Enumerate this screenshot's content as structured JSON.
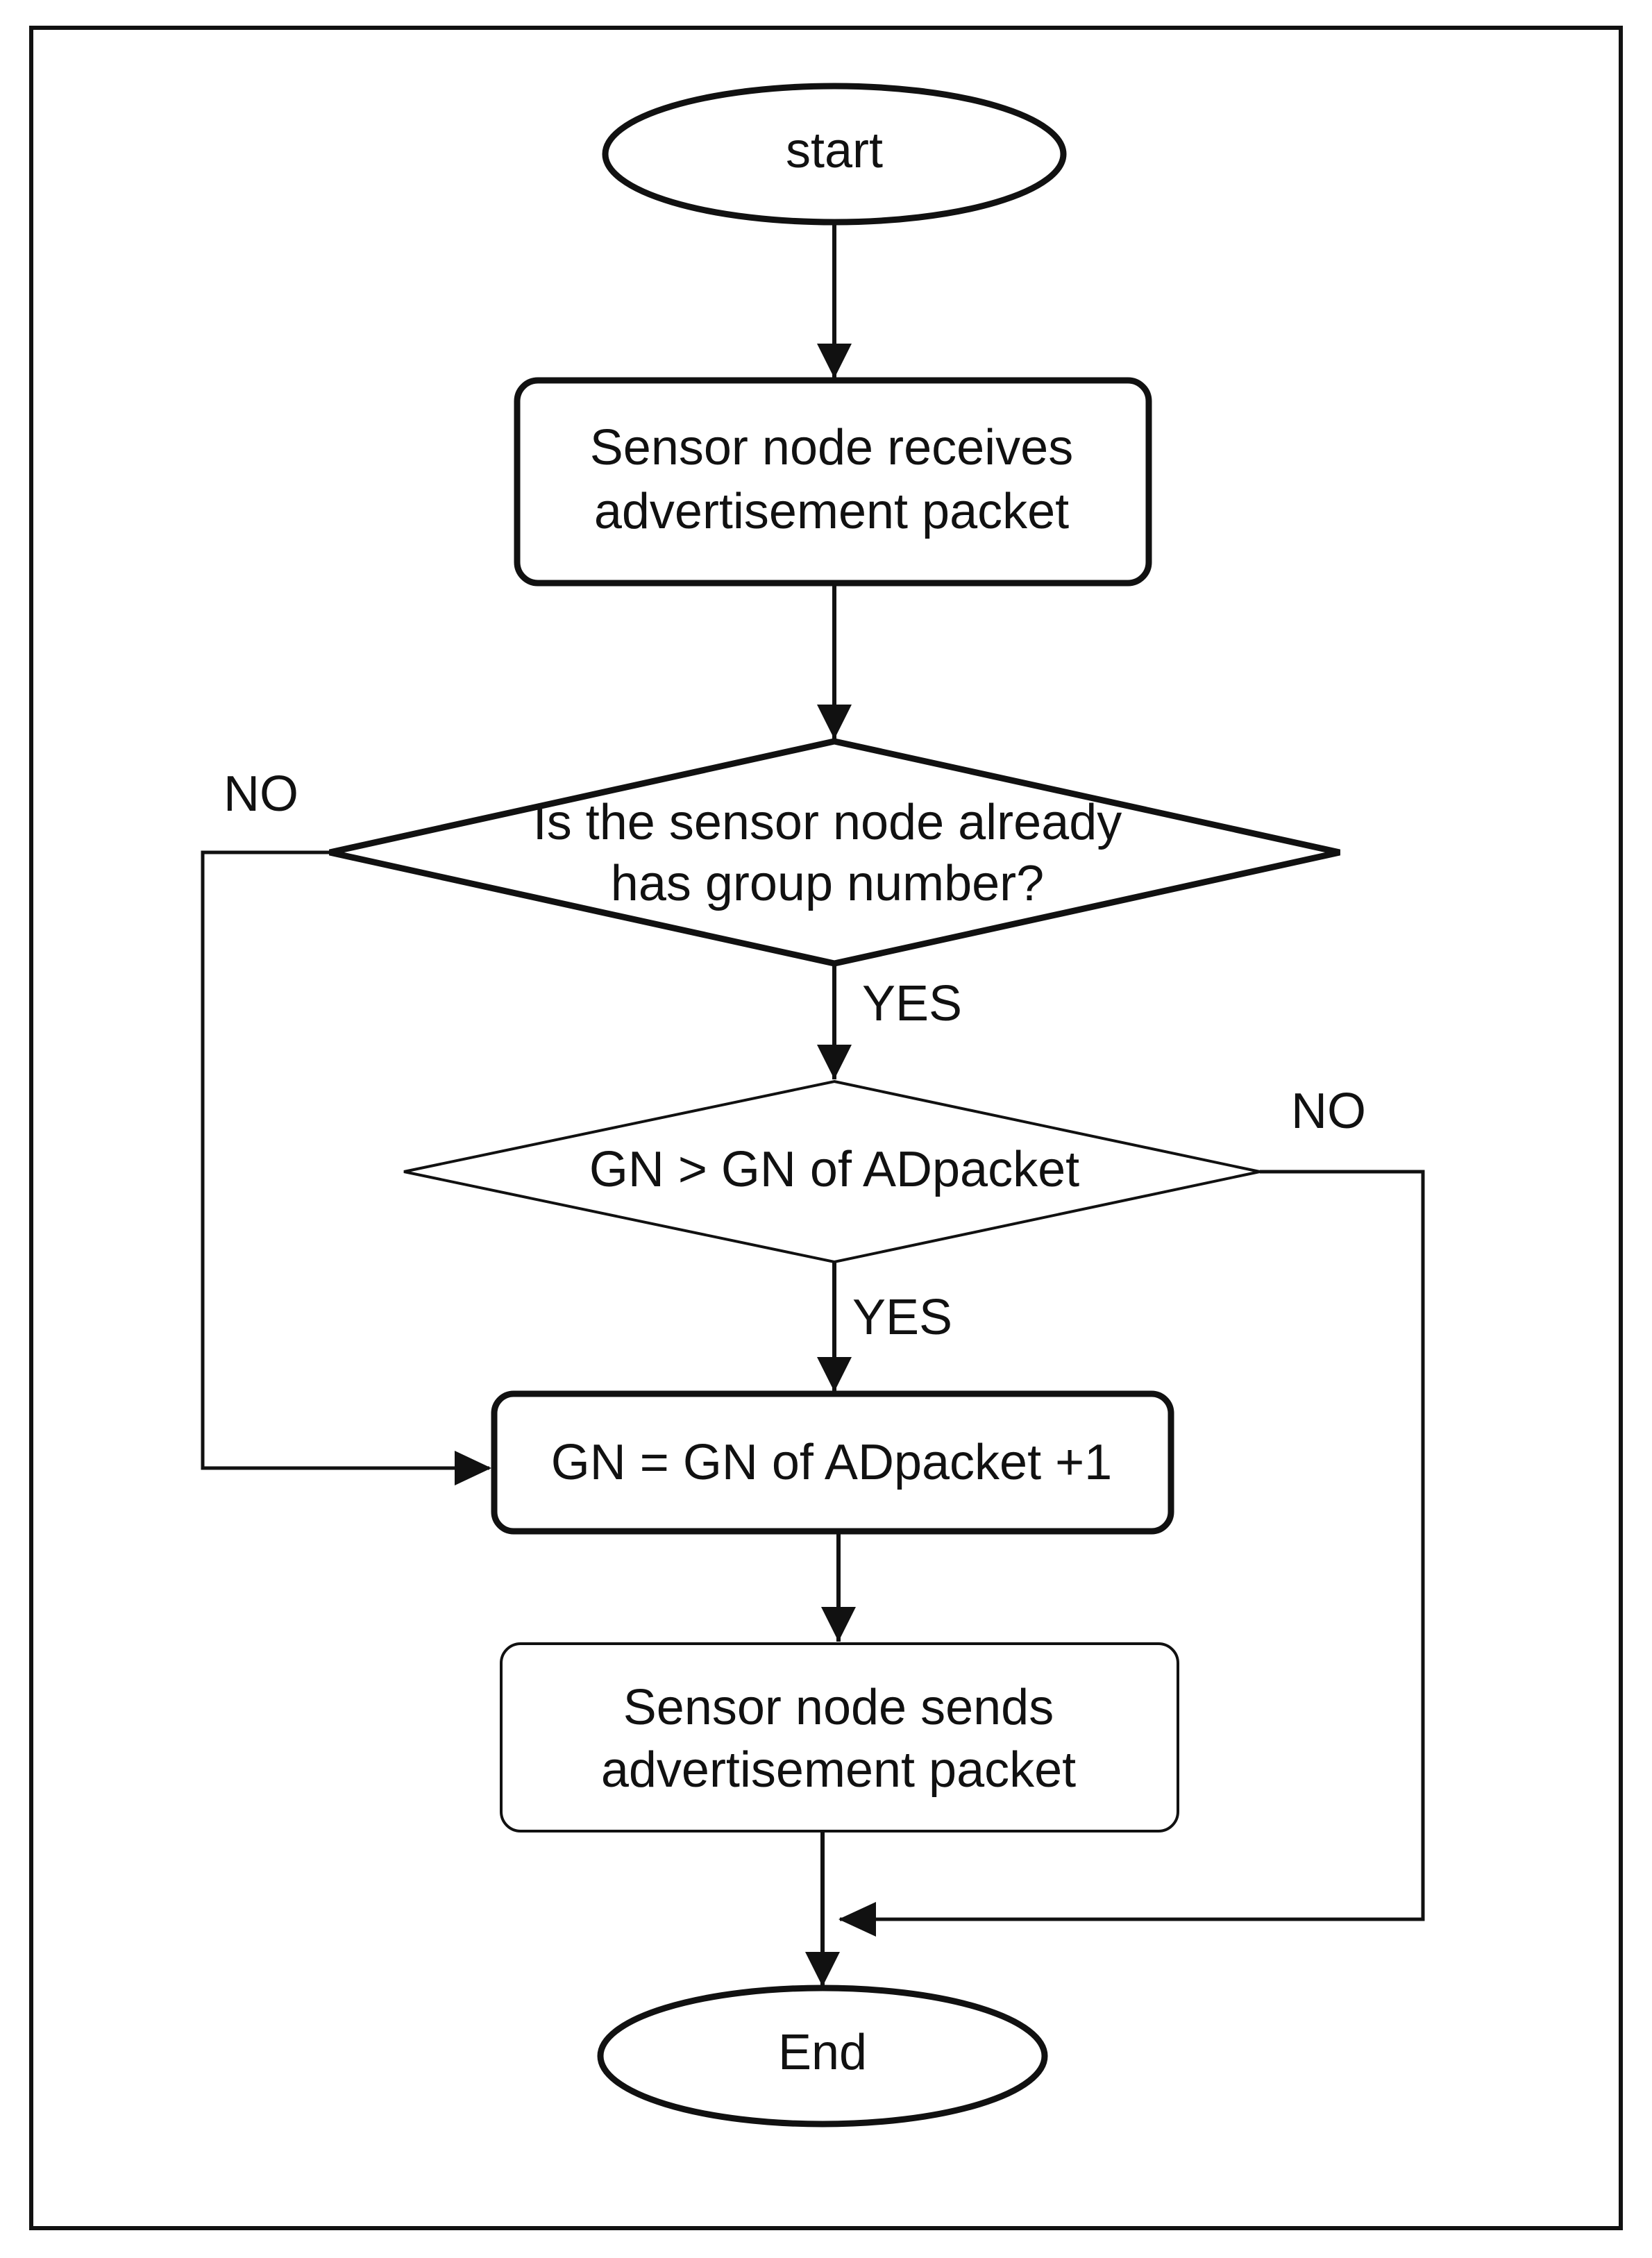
{
  "nodes": {
    "start": {
      "label": "start"
    },
    "receive": {
      "line1": "Sensor node receives",
      "line2": "advertisement packet"
    },
    "decision_group": {
      "line1": "Is the sensor node already",
      "line2": "has group number?"
    },
    "decision_gn": {
      "label": "GN > GN of ADpacket"
    },
    "assign": {
      "label": "GN = GN of ADpacket +1"
    },
    "send": {
      "line1": "Sensor node sends",
      "line2": "advertisement packet"
    },
    "end": {
      "label": "End"
    }
  },
  "edge_labels": {
    "group_no": "NO",
    "group_yes": "YES",
    "gn_no": "NO",
    "gn_yes": "YES"
  },
  "colors": {
    "stroke": "#111111",
    "background": "#ffffff"
  }
}
